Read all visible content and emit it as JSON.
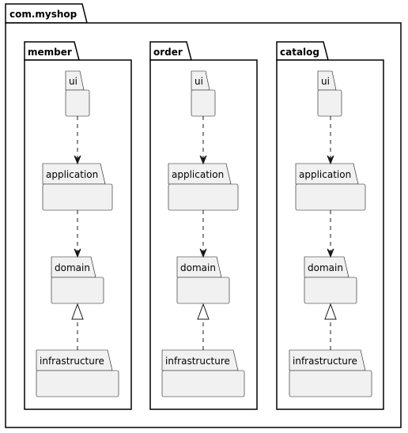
{
  "diagram": {
    "root_package": {
      "name": "com.myshop"
    },
    "groups": [
      {
        "name": "member",
        "packages": [
          "ui",
          "application",
          "domain",
          "infrastructure"
        ]
      },
      {
        "name": "order",
        "packages": [
          "ui",
          "application",
          "domain",
          "infrastructure"
        ]
      },
      {
        "name": "catalog",
        "packages": [
          "ui",
          "application",
          "domain",
          "infrastructure"
        ]
      }
    ],
    "relations": [
      {
        "from": "ui",
        "to": "application",
        "kind": "dependency"
      },
      {
        "from": "application",
        "to": "domain",
        "kind": "dependency"
      },
      {
        "from": "infrastructure",
        "to": "domain",
        "kind": "realization"
      }
    ],
    "colors": {
      "package_fill": "#F1F1F1",
      "package_stroke": "#181818",
      "frame_stroke": "#000000",
      "background": "#FFFFFF"
    }
  }
}
